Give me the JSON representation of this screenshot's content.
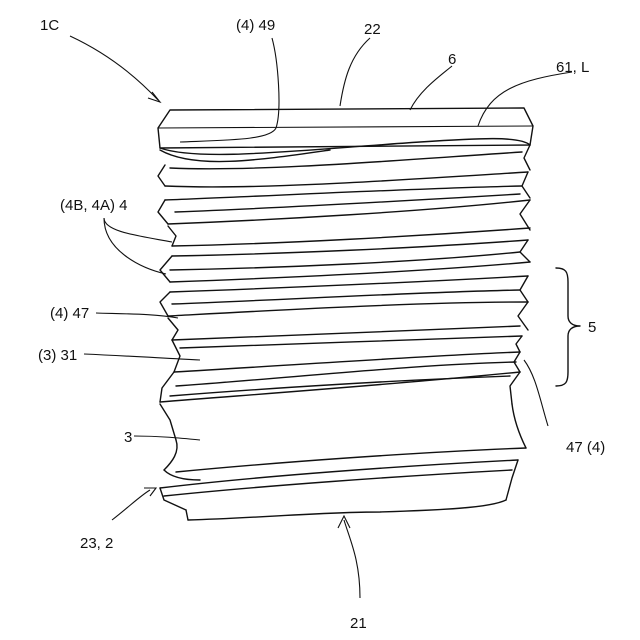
{
  "figure": {
    "labels": {
      "assembly": "1C",
      "thread_tip": "(4) 49",
      "top_edge": "22",
      "top_face": "6",
      "side_mark": "61, L",
      "upper_thread": "(4B, 4A) 4",
      "left_crest": "(4) 47",
      "left_flank": "(3) 31",
      "bracket": "5",
      "right_crest": "47 (4)",
      "body": "3",
      "bottom_corner": "23, 2",
      "bottom_edge": "21"
    }
  }
}
